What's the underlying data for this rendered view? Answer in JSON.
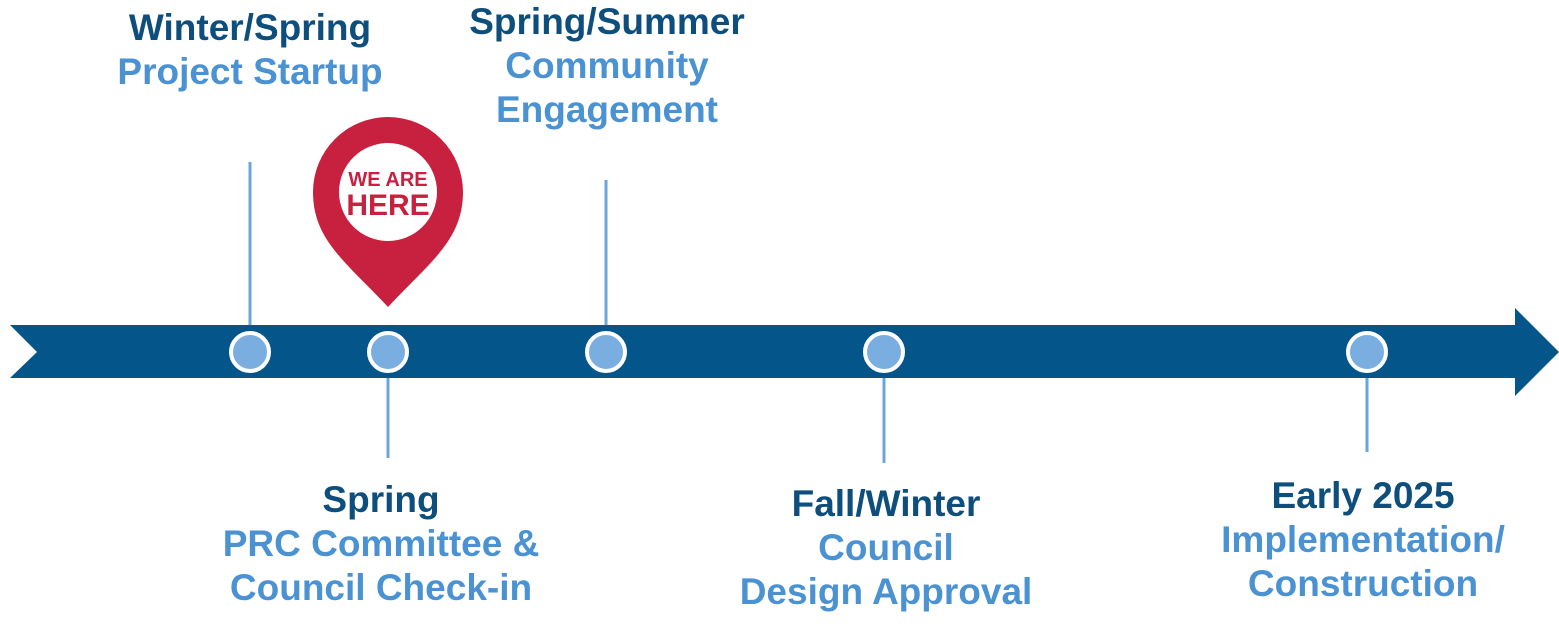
{
  "colors": {
    "arrow": "#04558a",
    "dark_text": "#0d4e7d",
    "light_text": "#4a92d2",
    "connector": "#6aa6dc",
    "node_fill": "#7aaee0",
    "node_stroke": "#ffffff",
    "pin": "#c8213f"
  },
  "pin": {
    "line1": "WE ARE",
    "line2": "HERE",
    "icon": "location-pin-icon"
  },
  "milestones": [
    {
      "when": "Winter/Spring",
      "what": "Project Startup"
    },
    {
      "when": "Spring",
      "what": "PRC Committee &\nCouncil Check-in"
    },
    {
      "when": "Spring/Summer",
      "what": "Community\nEngagement"
    },
    {
      "when": "Fall/Winter",
      "what": "Council\nDesign Approval"
    },
    {
      "when": "Early 2025",
      "what": "Implementation/\nConstruction"
    }
  ]
}
